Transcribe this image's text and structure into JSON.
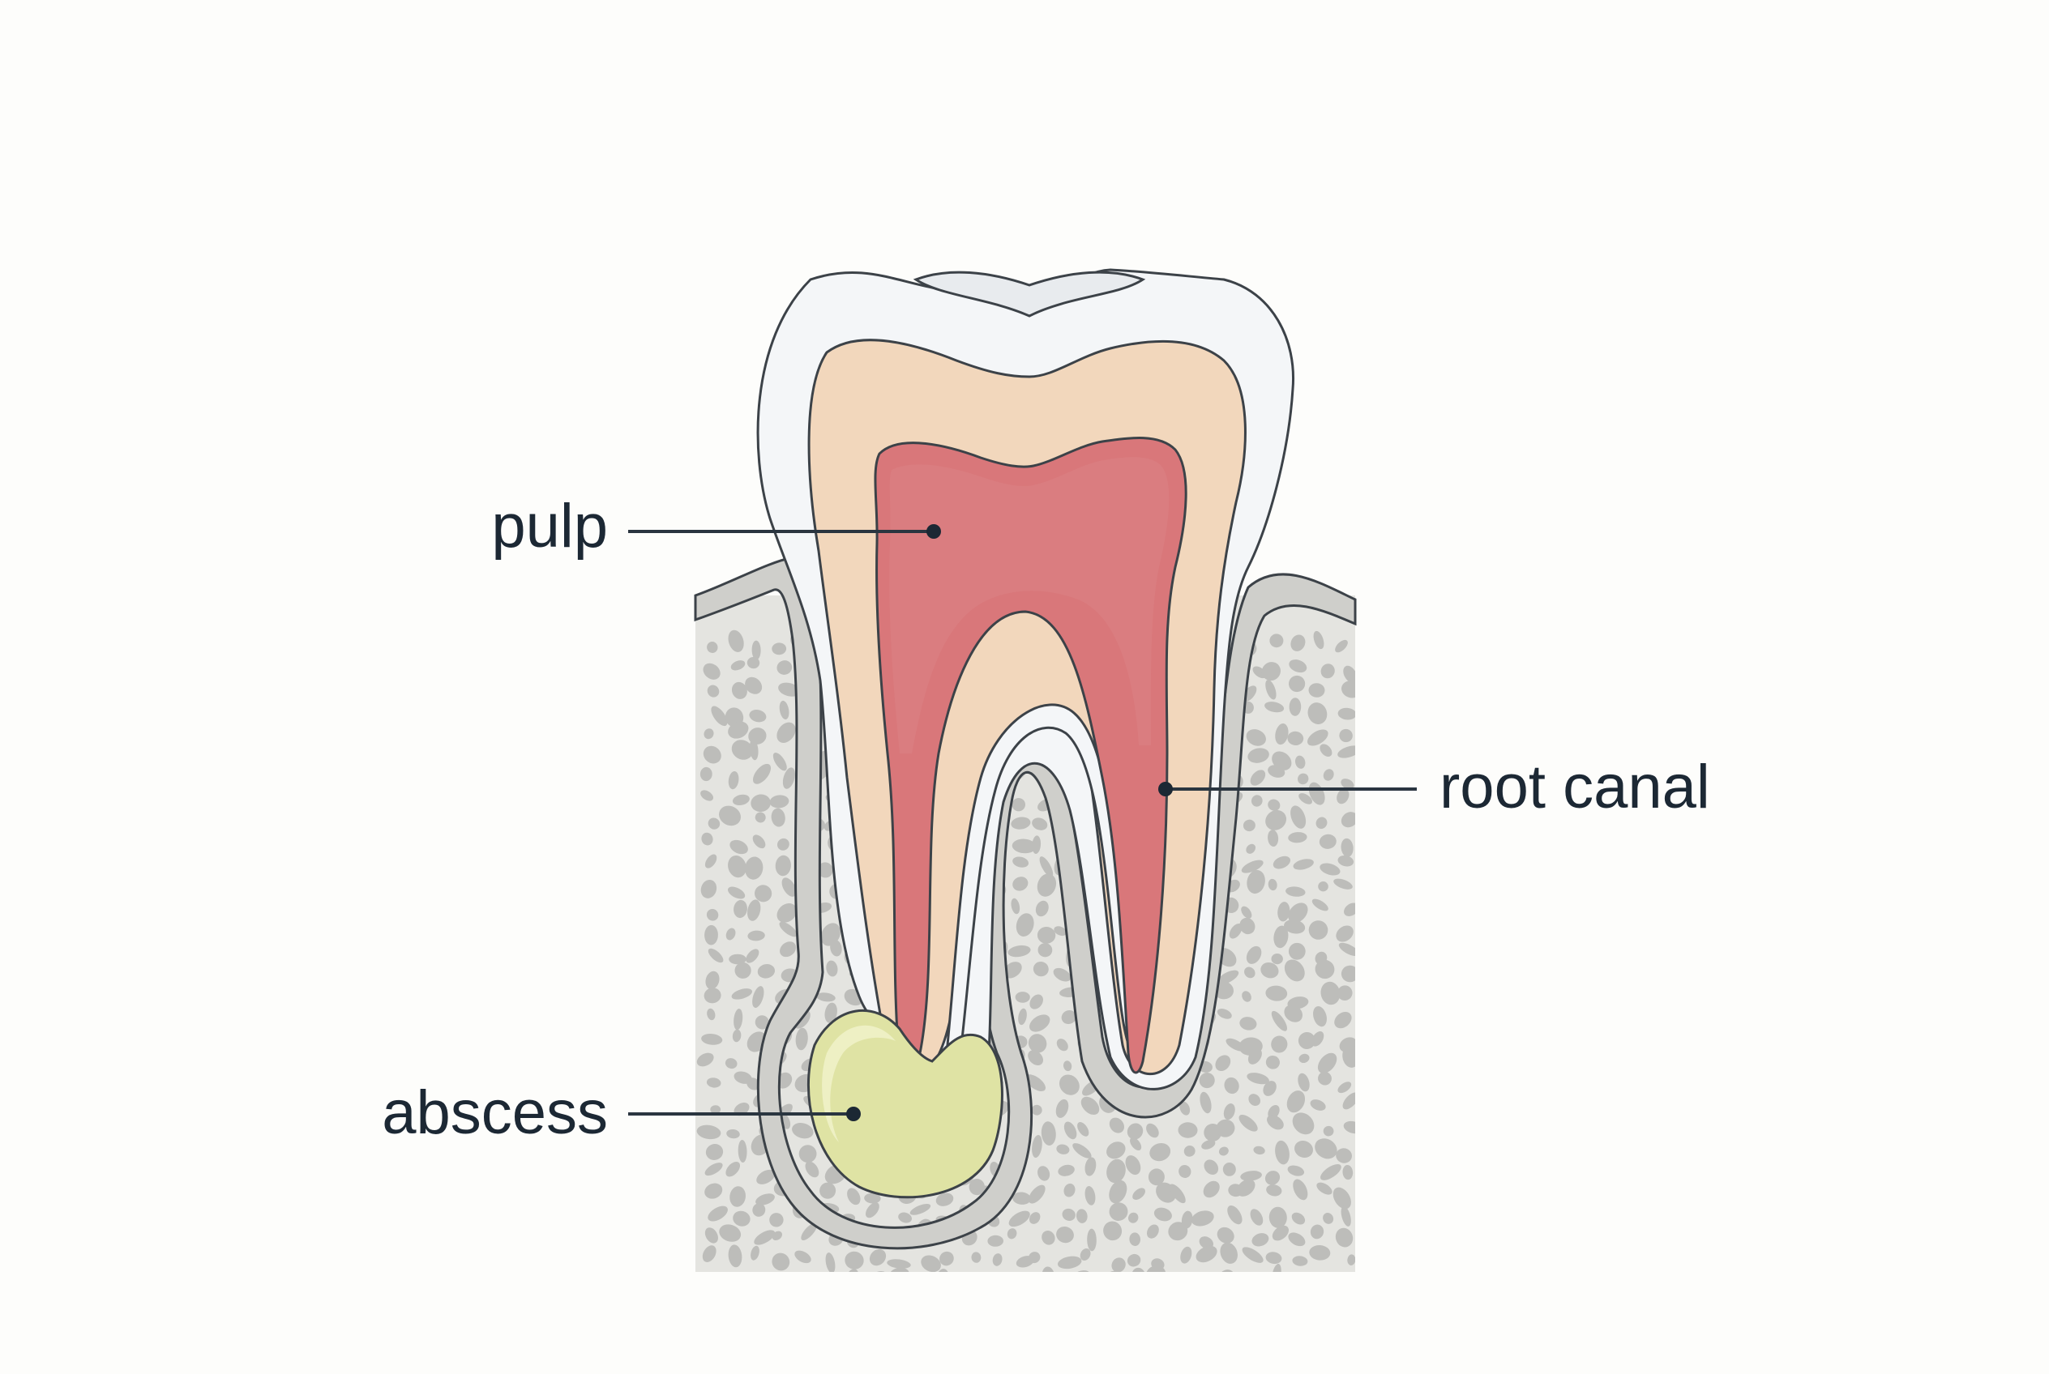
{
  "labels": {
    "pulp": "pulp",
    "root_canal": "root canal",
    "abscess": "abscess"
  },
  "colors": {
    "background": "#fdfdfb",
    "enamel": "#f4f6f8",
    "dentin": "#f2d7bc",
    "pulp": "#d9777a",
    "pulp_edge": "#c55456",
    "abscess": "#dfe3a4",
    "bone": "#e4e4e0",
    "bone_pores": "#bdbdba",
    "gum": "#cfcfcb",
    "outline": "#3c4248",
    "text": "#1c2834"
  },
  "icons": {
    "tooth": "tooth-cross-section"
  }
}
